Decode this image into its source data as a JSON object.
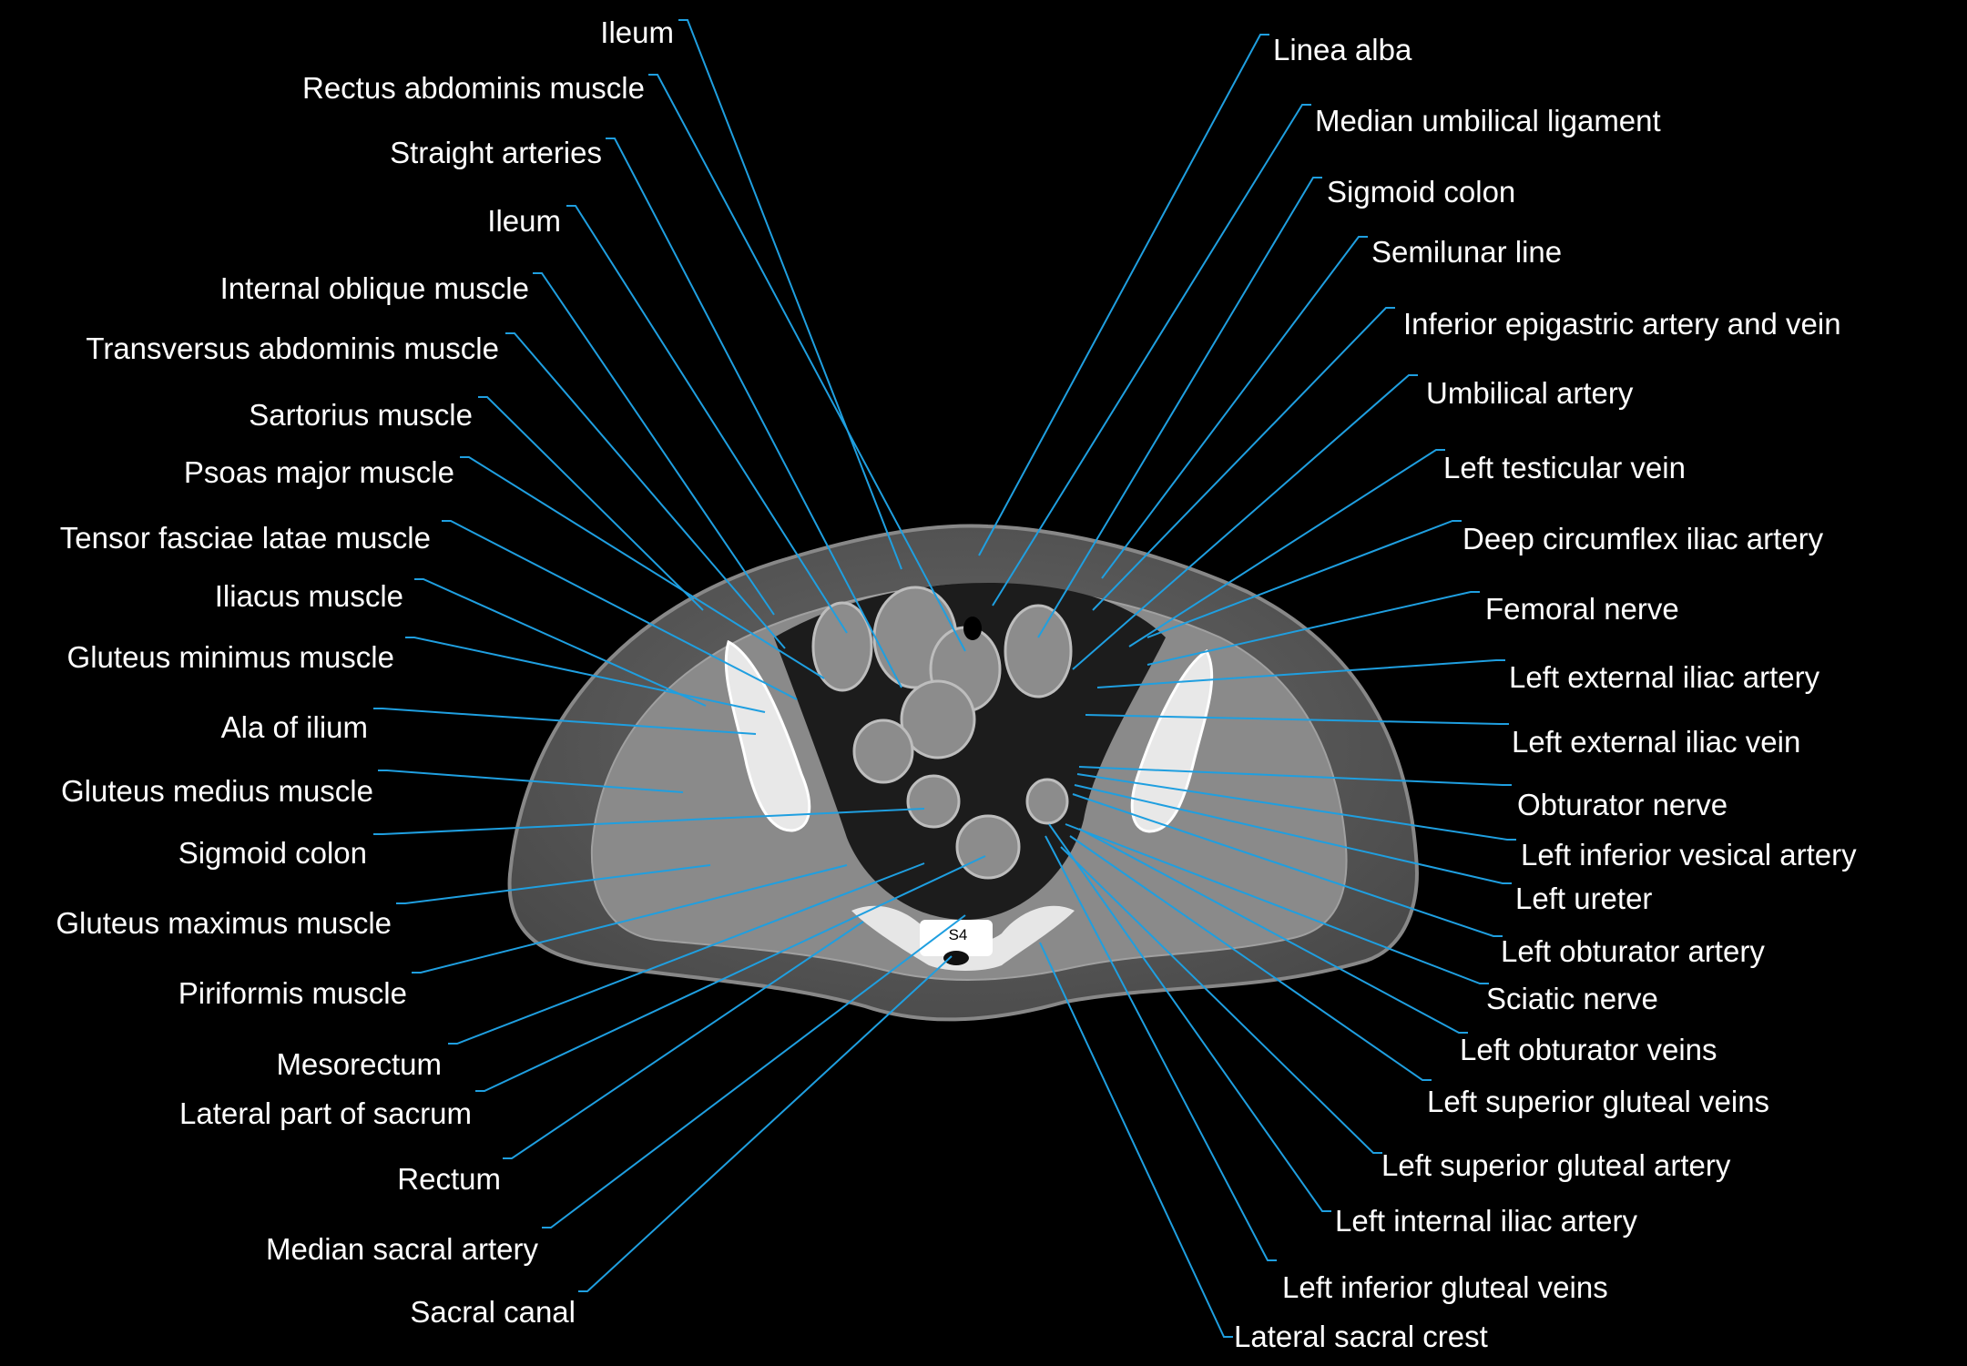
{
  "colors": {
    "background": "#000000",
    "leader_line": "#1f9fe0",
    "label_text": "#ffffff"
  },
  "vertebra_label": "S4",
  "labels_left": [
    "Ileum",
    "Rectus abdominis muscle",
    "Straight  arteries",
    "Ileum",
    "Internal oblique muscle",
    "Transversus abdominis muscle",
    "Sartorius muscle",
    "Psoas major muscle",
    "Tensor fasciae latae muscle",
    "Iliacus muscle",
    "Gluteus minimus muscle",
    "Ala of ilium",
    "Gluteus medius muscle",
    "Sigmoid colon",
    "Gluteus maximus muscle",
    "Piriformis muscle",
    "Mesorectum",
    "Lateral part of sacrum",
    "Rectum",
    "Median sacral artery",
    "Sacral canal"
  ],
  "labels_right": [
    "Linea alba",
    "Median umbilical ligament",
    "Sigmoid colon",
    "Semilunar line",
    "Inferior epigastric artery and vein",
    "Umbilical artery",
    "Left testicular vein",
    "Deep circumflex iliac artery",
    "Femoral nerve",
    "Left external iliac artery",
    "Left external iliac vein",
    "Obturator nerve",
    "Left inferior vesical artery",
    "Left ureter",
    "Left obturator artery",
    "Sciatic nerve",
    "Left obturator veins",
    "Left superior gluteal veins",
    "Left superior gluteal artery",
    "Left internal iliac artery",
    "Left inferior gluteal veins",
    "Lateral sacral crest"
  ]
}
